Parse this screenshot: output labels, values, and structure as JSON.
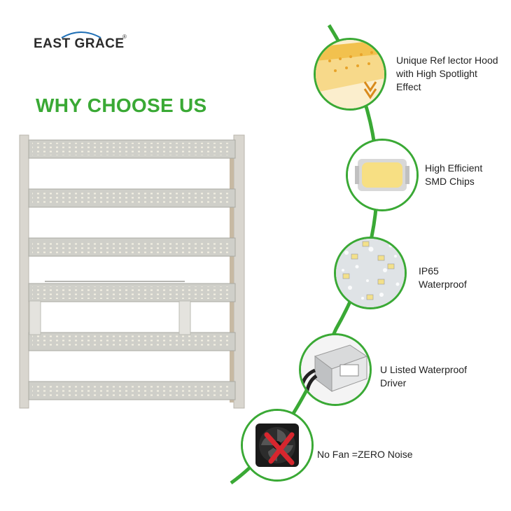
{
  "brand": {
    "name": "EAST GRACE",
    "mark": "®",
    "colors": {
      "green": "#3aa935",
      "text": "#222222",
      "arc": "#1f6fb5"
    }
  },
  "headline": "WHY CHOOSE US",
  "product_image": "led-grow-light-fixture",
  "features": [
    {
      "id": "reflector",
      "icon": "reflector-hood-image",
      "label": "Unique Ref lector Hood\nwith High Spotlight\nEffect"
    },
    {
      "id": "smd",
      "icon": "smd-chip-image",
      "label": "High Efficient\nSMD Chips"
    },
    {
      "id": "ip65",
      "icon": "waterdrop-led-image",
      "label": "IP65\nWaterproof"
    },
    {
      "id": "driver",
      "icon": "driver-box-image",
      "label": "U Listed Waterproof\nDriver"
    },
    {
      "id": "nofan",
      "icon": "crossed-fan-icon",
      "label": "No Fan =ZERO Noise"
    }
  ]
}
